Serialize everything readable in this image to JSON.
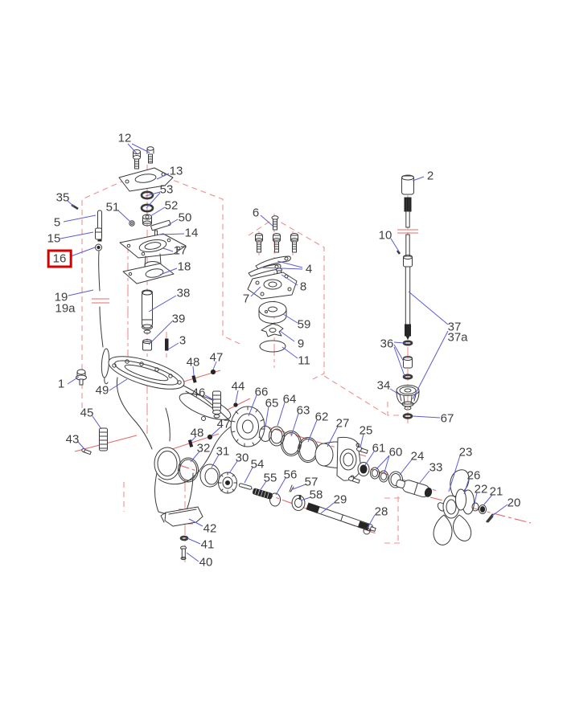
{
  "diagram": {
    "kind": "exploded-parts-diagram",
    "subject": "outboard lower unit gearcase assembly",
    "selected_part": "16",
    "total_callouts": 71
  },
  "colors": {
    "leader": "#5b5bd6",
    "axis": "#ee9090",
    "axis-strong": "#e46a6a",
    "ink": "#3a3a3a",
    "ink-dark": "#262626",
    "label": "#3e3e3e",
    "highlight": "#d60000",
    "bg": "#ffffff"
  },
  "labels": [
    {
      "text": "12"
    },
    {
      "text": "13"
    },
    {
      "text": "53"
    },
    {
      "text": "52"
    },
    {
      "text": "50"
    },
    {
      "text": "14"
    },
    {
      "text": "17"
    },
    {
      "text": "18"
    },
    {
      "text": "38"
    },
    {
      "text": "39"
    },
    {
      "text": "3"
    },
    {
      "text": "51"
    },
    {
      "text": "35"
    },
    {
      "text": "5"
    },
    {
      "text": "15"
    },
    {
      "text": "16"
    },
    {
      "text": "19"
    },
    {
      "text": "19a"
    },
    {
      "text": "6"
    },
    {
      "text": "4"
    },
    {
      "text": "8"
    },
    {
      "text": "7"
    },
    {
      "text": "59"
    },
    {
      "text": "9"
    },
    {
      "text": "11"
    },
    {
      "text": "2"
    },
    {
      "text": "10"
    },
    {
      "text": "37"
    },
    {
      "text": "37a"
    },
    {
      "text": "36"
    },
    {
      "text": "34"
    },
    {
      "text": "67"
    },
    {
      "text": "1"
    },
    {
      "text": "49"
    },
    {
      "text": "45"
    },
    {
      "text": "43"
    },
    {
      "text": "46"
    },
    {
      "text": "44"
    },
    {
      "text": "47"
    },
    {
      "text": "48"
    },
    {
      "text": "47"
    },
    {
      "text": "48"
    },
    {
      "text": "32"
    },
    {
      "text": "31"
    },
    {
      "text": "30"
    },
    {
      "text": "54"
    },
    {
      "text": "55"
    },
    {
      "text": "56"
    },
    {
      "text": "57"
    },
    {
      "text": "58"
    },
    {
      "text": "29"
    },
    {
      "text": "28"
    },
    {
      "text": "66"
    },
    {
      "text": "65"
    },
    {
      "text": "64"
    },
    {
      "text": "63"
    },
    {
      "text": "62"
    },
    {
      "text": "27"
    },
    {
      "text": "25"
    },
    {
      "text": "61"
    },
    {
      "text": "60"
    },
    {
      "text": "24"
    },
    {
      "text": "33"
    },
    {
      "text": "23"
    },
    {
      "text": "26"
    },
    {
      "text": "22"
    },
    {
      "text": "21"
    },
    {
      "text": "20"
    },
    {
      "text": "42"
    },
    {
      "text": "41"
    },
    {
      "text": "40"
    }
  ]
}
